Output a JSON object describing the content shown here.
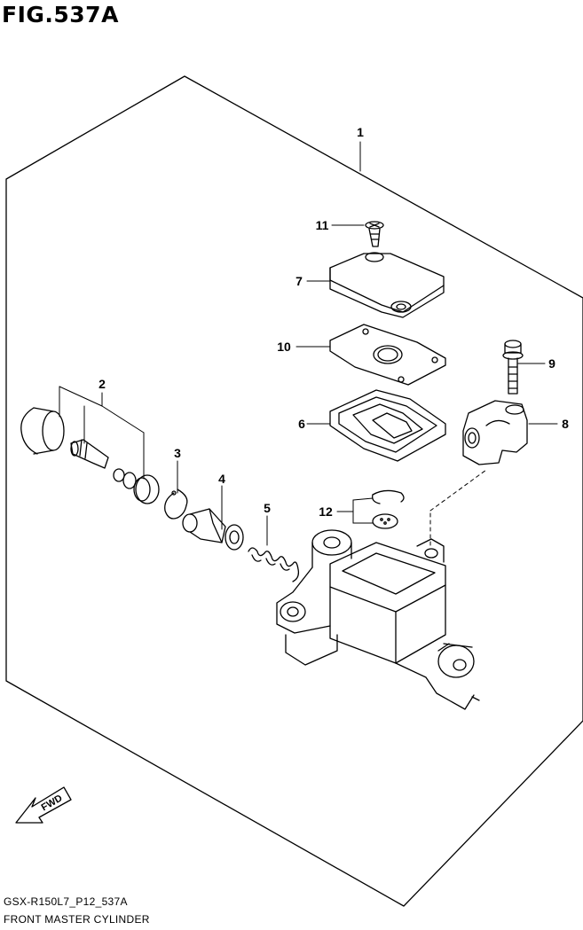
{
  "figure": {
    "title": "FIG.537A",
    "code": "GSX-R150L7_P12_537A",
    "name": "FRONT MASTER CYLINDER"
  },
  "direction_marker": "FWD",
  "callouts": {
    "c1": "1",
    "c2": "2",
    "c3": "3",
    "c4": "4",
    "c5": "5",
    "c6": "6",
    "c7": "7",
    "c8": "8",
    "c9": "9",
    "c10": "10",
    "c11": "11",
    "c12": "12"
  }
}
